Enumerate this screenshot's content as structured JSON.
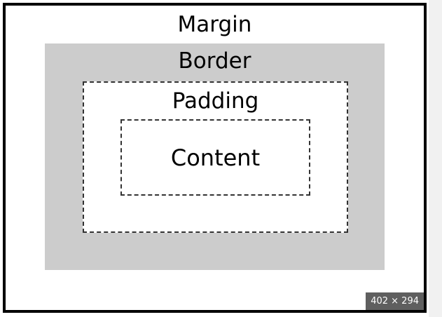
{
  "diagram": {
    "labels": {
      "margin": "Margin",
      "border": "Border",
      "padding": "Padding",
      "content": "Content"
    },
    "colors": {
      "frame": "#000000",
      "border_area": "#cccccc",
      "dashed_lines": "#333333",
      "badge_bg": "#5f5f5f"
    }
  },
  "image_badge": {
    "dimensions": "402 × 294"
  }
}
